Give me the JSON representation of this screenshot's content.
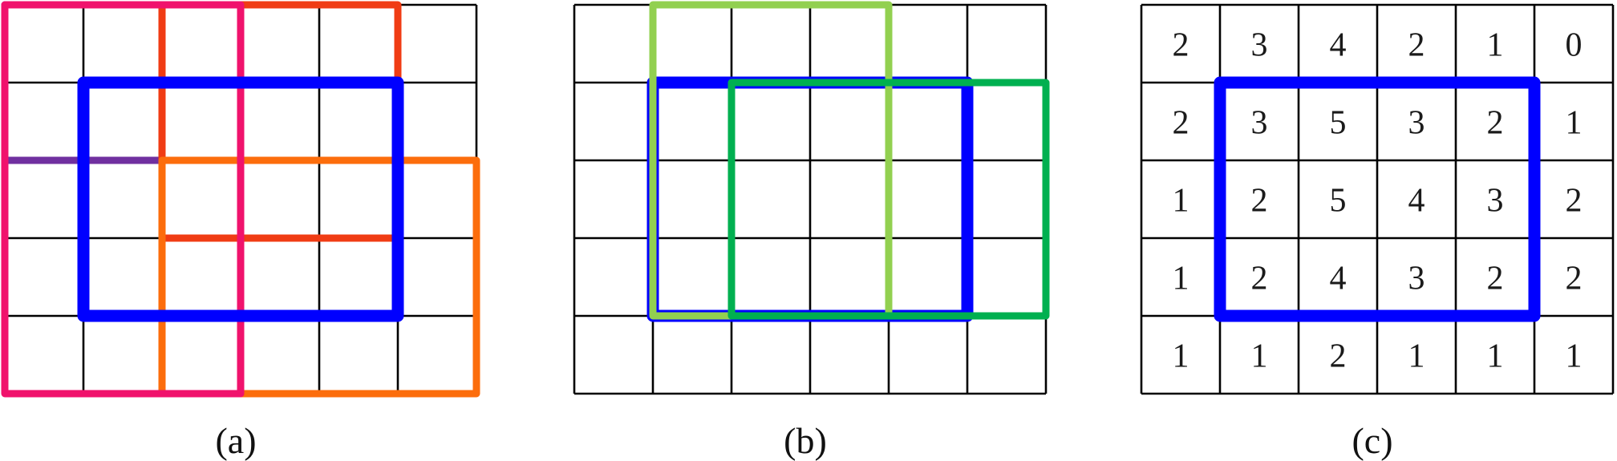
{
  "panels": [
    {
      "id": "a",
      "caption": "(a)",
      "rows": 5,
      "cols": 6,
      "boxes": [
        {
          "name": "purple-window",
          "color": "#7030a0",
          "rows": [
            0,
            2
          ],
          "cols": [
            0,
            3
          ]
        },
        {
          "name": "red-window",
          "color": "#f03c14",
          "rows": [
            0,
            3
          ],
          "cols": [
            2,
            5
          ]
        },
        {
          "name": "orange-window",
          "color": "#fc6d0c",
          "rows": [
            2,
            5
          ],
          "cols": [
            2,
            6
          ]
        },
        {
          "name": "magenta-window",
          "color": "#f0126c",
          "rows": [
            0,
            5
          ],
          "cols": [
            0,
            3
          ]
        },
        {
          "name": "blue-region",
          "color": "#0000ff",
          "rows": [
            1,
            4
          ],
          "cols": [
            1,
            5
          ]
        }
      ]
    },
    {
      "id": "b",
      "caption": "(b)",
      "rows": 5,
      "cols": 6,
      "boxes": [
        {
          "name": "blue-region",
          "color": "#0000ff",
          "rows": [
            1,
            4
          ],
          "cols": [
            1,
            5
          ]
        },
        {
          "name": "light-green-window",
          "color": "#92d050",
          "rows": [
            0,
            4
          ],
          "cols": [
            1,
            4
          ]
        },
        {
          "name": "green-window",
          "color": "#00b050",
          "rows": [
            1,
            4
          ],
          "cols": [
            2,
            6
          ]
        }
      ]
    },
    {
      "id": "c",
      "caption": "(c)",
      "rows": 5,
      "cols": 6,
      "values": [
        [
          "2",
          "3",
          "4",
          "2",
          "1",
          "0"
        ],
        [
          "2",
          "3",
          "5",
          "3",
          "2",
          "1"
        ],
        [
          "1",
          "2",
          "5",
          "4",
          "3",
          "2"
        ],
        [
          "1",
          "2",
          "4",
          "3",
          "2",
          "2"
        ],
        [
          "1",
          "1",
          "2",
          "1",
          "1",
          "1"
        ]
      ],
      "boxes": [
        {
          "name": "blue-region",
          "color": "#0000ff",
          "rows": [
            1,
            4
          ],
          "cols": [
            1,
            5
          ]
        }
      ]
    }
  ]
}
